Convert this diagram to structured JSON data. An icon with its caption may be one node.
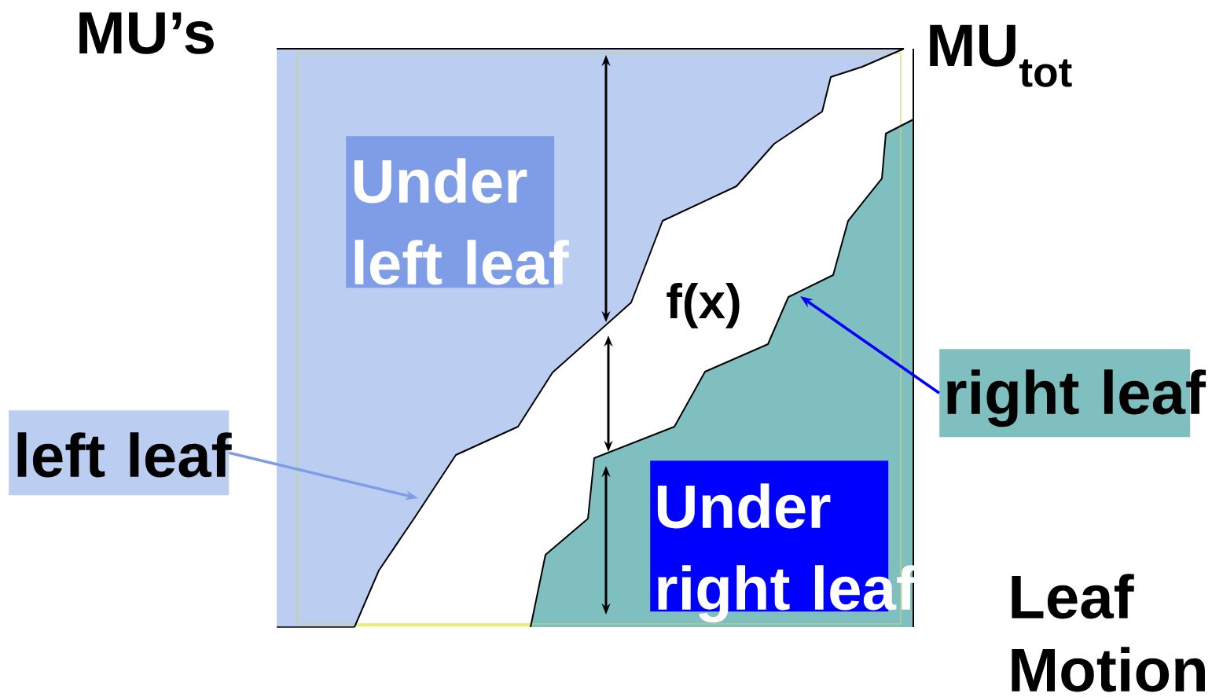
{
  "diagram": {
    "nodes": [
      {
        "text": [
          "Under left leaf"
        ]
      },
      {
        "text": [
          "Under right leaf"
        ]
      },
      {
        "text": [
          "left leaf"
        ]
      },
      {
        "text": [
          "right leaf"
        ]
      }
    ],
    "edges": [
      {
        "from": 2,
        "to": null,
        "arrow": "to",
        "color": "#7f9de6"
      },
      {
        "from": 3,
        "to": null,
        "arrow": "to",
        "color": "#0000ff"
      }
    ],
    "labels": [
      "MU’s",
      "MU$_{tot}$",
      "f(x)",
      "Leaf Motion"
    ]
  }
}
